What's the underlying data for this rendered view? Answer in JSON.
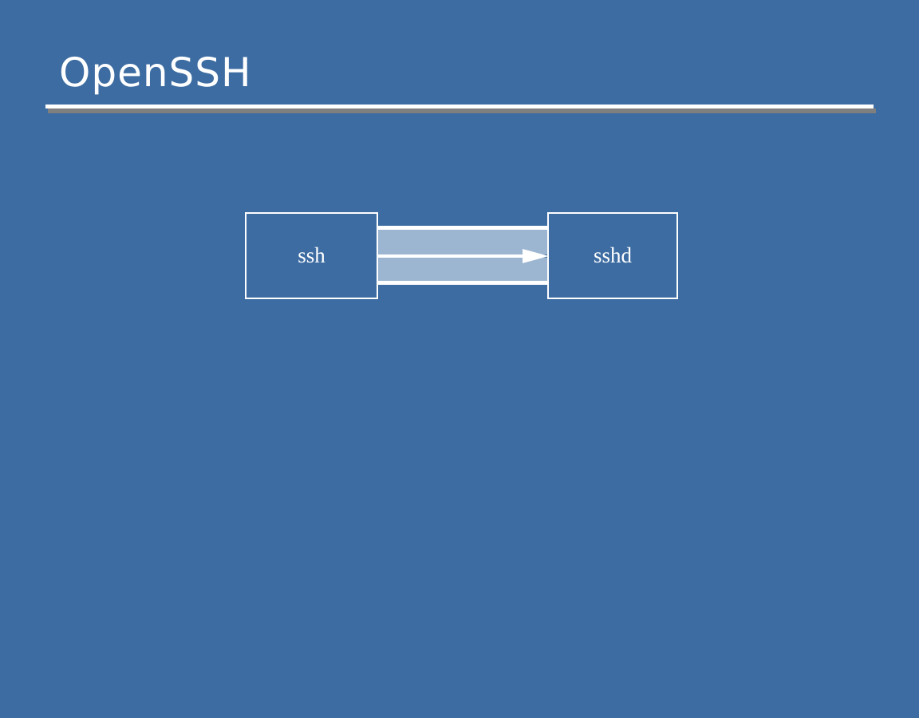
{
  "slide": {
    "title": "OpenSSH",
    "background_color": "#3d6ca2",
    "title_color": "#ffffff",
    "rule": {
      "highlight_color": "#ffffff",
      "shadow_color": "#7f7f7f"
    }
  },
  "diagram": {
    "type": "flow",
    "accent_color": "#9cb5d1",
    "stroke_color": "#ffffff",
    "nodes": [
      {
        "id": "ssh",
        "label": "ssh"
      },
      {
        "id": "sshd",
        "label": "sshd"
      }
    ],
    "connectors": [
      {
        "id": "ssh-to-sshd",
        "from": "ssh",
        "to": "sshd",
        "direction": "right",
        "style": "pipe-with-arrow",
        "label": ""
      }
    ]
  }
}
